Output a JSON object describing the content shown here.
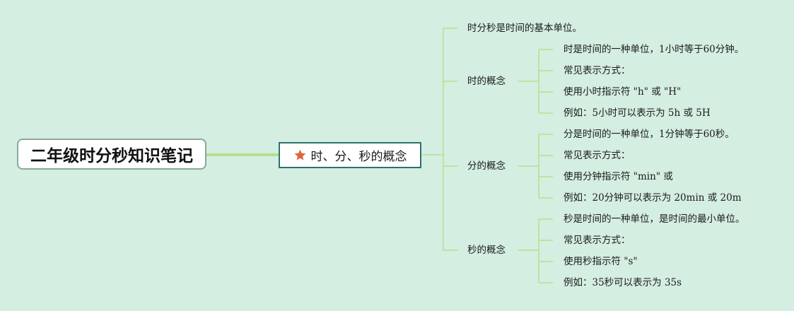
{
  "root": {
    "title": "二年级时分秒知识笔记"
  },
  "topic": {
    "label": "时、分、秒的概念",
    "icon": "star-icon",
    "icon_color": "#e0643a"
  },
  "branches": {
    "intro": "时分秒是时间的基本单位。",
    "hour": {
      "label": "时的概念",
      "items": [
        "时是时间的一种单位，1小时等于60分钟。",
        "常见表示方式：",
        "使用小时指示符 \"h\" 或 \"H\"",
        "例如：5小时可以表示为 5h 或 5H"
      ]
    },
    "minute": {
      "label": "分的概念",
      "items": [
        "分是时间的一种单位，1分钟等于60秒。",
        "常见表示方式：",
        "使用分钟指示符 \"min\" 或",
        "例如：20分钟可以表示为 20min 或 20m"
      ]
    },
    "second": {
      "label": "秒的概念",
      "items": [
        "秒是时间的一种单位，是时间的最小单位。",
        "常见表示方式：",
        "使用秒指示符 \"s\"",
        "例如：35秒可以表示为 35s"
      ]
    }
  },
  "colors": {
    "background": "#d4eee1",
    "connector": "#b3e08f",
    "topic_border": "#2f6f72"
  }
}
